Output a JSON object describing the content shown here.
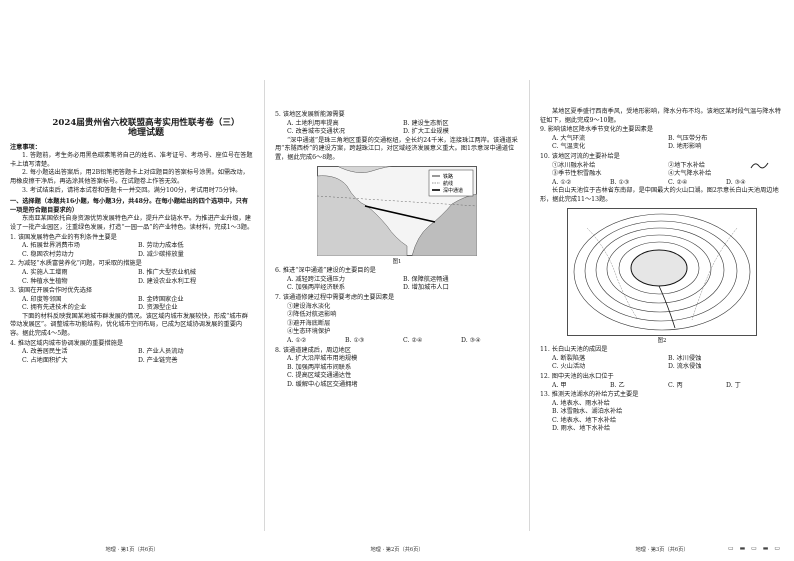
{
  "page1": {
    "title": "2024届贵州省六校联盟高考实用性联考卷（三）",
    "subject": "地理试题",
    "notice_head": "注意事项：",
    "notices": [
      "1. 答题前，考生务必用黑色碳素笔将自己的姓名、准考证号、考场号、座位号在答题卡上填写清楚。",
      "2. 每小题选出答案后，用2B铅笔把答题卡上对应题目的答案标号涂黑。如需改动，用橡皮擦干净后，再选涂其他答案标号。在试题卷上作答无效。",
      "3. 考试结束后，请将本试卷和答题卡一并交回。满分100分，考试用时75分钟。"
    ],
    "section": "一、选择题（本题共16小题，每小题3分，共48分。在每小题给出的四个选项中，只有一项是符合题目要求的）",
    "passage1": "东南亚某国依托自身资源优势发展特色产业，提升产业链水平。为推进产业升级，建设了一批产业园区，注重绿色发展，打造“一园一品”的产业特色。读材料，完成1～3题。",
    "q1": "1. 该国发展特色产业的有利条件主要是",
    "q1_opts": [
      "A. 拓展世界消费市场",
      "B. 劳动力成本低",
      "C. 稳固农村劳动力",
      "D. 减少碳排放量"
    ],
    "q2": "2. 为减轻“水质富营养化”问题，可采取的措施是",
    "q2_opts": [
      "A. 实施人工增雨",
      "B. 推广大型农业机械",
      "C. 种植水生植物",
      "D. 建设农业水利工程"
    ],
    "q3": "3. 该国在开展合作时优先选择",
    "q3_opts": [
      "A. 印度等邻国",
      "B. 金砖国家企业",
      "C. 拥有先进技术的企业",
      "D. 资源型企业"
    ],
    "passage2": "下面的材料反映我国某地城市群发展的情况。该区域内城市发展较快，形成“城市群带动发展区”。调整城市功能结构，优化城市空间布局，已成为区域协调发展的重要内容。据此完成4～5题。",
    "q4": "4. 推动区域内城市协调发展的重要措施是",
    "q4_opts": [
      "A. 改善居民生活",
      "B. 产业人员流动",
      "C. 占地面积扩大",
      "D. 产业链完善"
    ],
    "footer": "地理 · 第1页（共6页）"
  },
  "page2": {
    "q5": "5. 该地区发展新能源需要",
    "q5_opts": [
      "A. 土地利用率提高",
      "B. 建设生态新区",
      "C. 改善城市交通状况",
      "D. 扩大工业规模"
    ],
    "passage": "“深中通道”是珠三角地区重要的交通枢纽，全长约24千米，连接珠江两岸。该通道采用“东隧西桥”的建设方案，跨越珠江口，对区域经济发展意义重大。图1示意深中通道位置，据此完成6～8题。",
    "fig_caption": "图1",
    "legend": [
      "铁路",
      "航线",
      "深中通道"
    ],
    "q6": "6. 推进“深中通道”建设的主要目的是",
    "q6_opts": [
      "A. 减轻跨江交通压力",
      "B. 保障航运畅通",
      "C. 加强两岸经济联系",
      "D. 增加城市人口"
    ],
    "q7": "7. 该通道修建过程中需要考虑的主要因素是",
    "q7_items": [
      "①建设海水淡化",
      "②降低对航运影响",
      "③避开海底断层",
      "④生态环境保护"
    ],
    "q7_opts": [
      "A. ①②",
      "B. ①③",
      "C. ②④",
      "D. ③④"
    ],
    "q8": "8. 该通道建成后，周边地区",
    "q8_opts": [
      "A. 扩大沿岸城市用地规模",
      "B. 加强两岸城市间联系",
      "C. 提高区域交通通达性",
      "D. 缓解中心城区交通拥堵"
    ],
    "footer": "地理 · 第2页（共6页）"
  },
  "page3": {
    "intro": "某地区夏季盛行西南季风，受地形影响，降水分布不均。该地区某时段气温与降水特征如下，据此完成9～10题。",
    "q9": "9. 影响该地区降水季节变化的主要因素是",
    "q9_opts": [
      "A. 大气环流",
      "B. 气压带分布",
      "C. 气温变化",
      "D. 地形影响"
    ],
    "q10": "10. 该地区河流的主要补给是",
    "q10_items": [
      "①冰川融水补给",
      "②地下水补给",
      "③季节性积雪融水",
      "④大气降水补给"
    ],
    "q10_opts": [
      "A. ①②",
      "B. ①③",
      "C. ②④",
      "D. ③④"
    ],
    "passage": "长白山天池位于吉林省东南部，是中国最大的火山口湖。图2示意长白山天池周边地形，据此完成11～13题。",
    "fig_caption": "图2",
    "q11": "11. 长白山天池的成因是",
    "q11_opts": [
      "A. 断裂陷落",
      "B. 冰川侵蚀",
      "C. 火山活动",
      "D. 流水侵蚀"
    ],
    "q12": "12. 图中天池的出水口位于",
    "q12_opts": [
      "A. 甲",
      "B. 乙",
      "C. 丙",
      "D. 丁"
    ],
    "q13": "13. 推测天池湖水的补给方式主要是",
    "q13_opts": [
      "A. 地表水、雨水补给",
      "B. 冰雪融水、湖泊水补给",
      "C. 地表水、地下水补给",
      "D. 雨水、地下水补给"
    ],
    "footer": "地理 · 第3页（共6页）"
  }
}
